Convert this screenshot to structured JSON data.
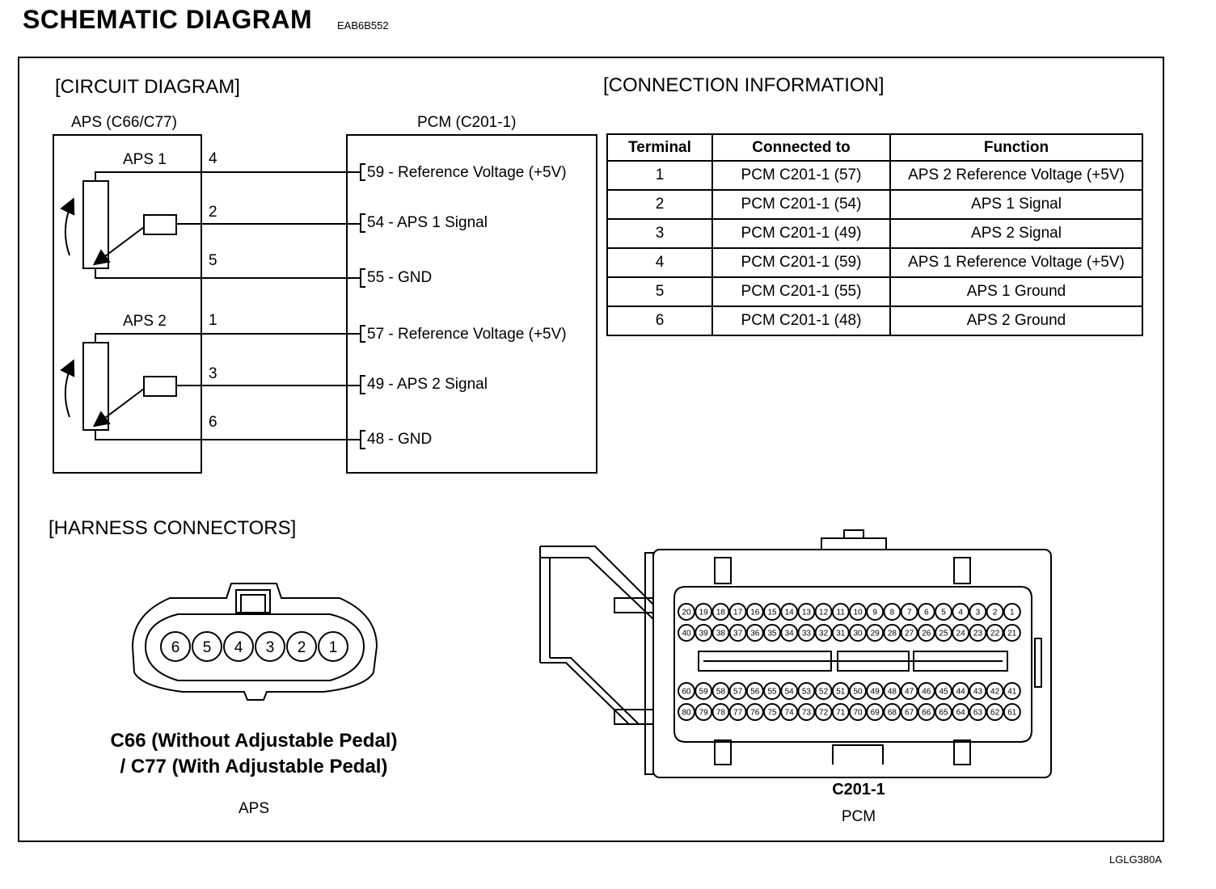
{
  "header": {
    "title": "SCHEMATIC DIAGRAM",
    "doc_code": "EAB6B552"
  },
  "footer_code": "LGLG380A",
  "circuit": {
    "heading": "[CIRCUIT DIAGRAM]",
    "aps_box_label": "APS (C66/C77)",
    "pcm_box_label": "PCM (C201-1)",
    "aps1_label": "APS 1",
    "aps2_label": "APS 2",
    "aps_pins": [
      "4",
      "2",
      "5",
      "1",
      "3",
      "6"
    ],
    "pcm_pins": [
      "59 - Reference Voltage (+5V)",
      "54 - APS 1 Signal",
      "55 - GND",
      "57 - Reference Voltage (+5V)",
      "49 - APS 2 Signal",
      "48 - GND"
    ]
  },
  "connection": {
    "heading": "[CONNECTION INFORMATION]",
    "headers": [
      "Terminal",
      "Connected to",
      "Function"
    ],
    "rows": [
      [
        "1",
        "PCM C201-1 (57)",
        "APS 2 Reference Voltage (+5V)"
      ],
      [
        "2",
        "PCM C201-1 (54)",
        "APS 1 Signal"
      ],
      [
        "3",
        "PCM C201-1 (49)",
        "APS 2 Signal"
      ],
      [
        "4",
        "PCM C201-1 (59)",
        "APS 1 Reference Voltage (+5V)"
      ],
      [
        "5",
        "PCM C201-1 (55)",
        "APS 1 Ground"
      ],
      [
        "6",
        "PCM C201-1 (48)",
        "APS 2 Ground"
      ]
    ]
  },
  "harness": {
    "heading": "[HARNESS CONNECTORS]",
    "aps_connector_pins": [
      "6",
      "5",
      "4",
      "3",
      "2",
      "1"
    ],
    "aps_caption_1": "C66 (Without Adjustable Pedal)",
    "aps_caption_2": "/ C77 (With Adjustable Pedal)",
    "aps_name": "APS",
    "pcm_caption": "C201-1",
    "pcm_name": "PCM",
    "pcm_rows": [
      [
        "20",
        "19",
        "18",
        "17",
        "16",
        "15",
        "14",
        "13",
        "12",
        "11",
        "10",
        "9",
        "8",
        "7",
        "6",
        "5",
        "4",
        "3",
        "2",
        "1"
      ],
      [
        "40",
        "39",
        "38",
        "37",
        "36",
        "35",
        "34",
        "33",
        "32",
        "31",
        "30",
        "29",
        "28",
        "27",
        "26",
        "25",
        "24",
        "23",
        "22",
        "21"
      ],
      [
        "60",
        "59",
        "58",
        "57",
        "56",
        "55",
        "54",
        "53",
        "52",
        "51",
        "50",
        "49",
        "48",
        "47",
        "46",
        "45",
        "44",
        "43",
        "42",
        "41"
      ],
      [
        "80",
        "79",
        "78",
        "77",
        "76",
        "75",
        "74",
        "73",
        "72",
        "71",
        "70",
        "69",
        "68",
        "67",
        "66",
        "65",
        "64",
        "63",
        "62",
        "61"
      ]
    ]
  }
}
